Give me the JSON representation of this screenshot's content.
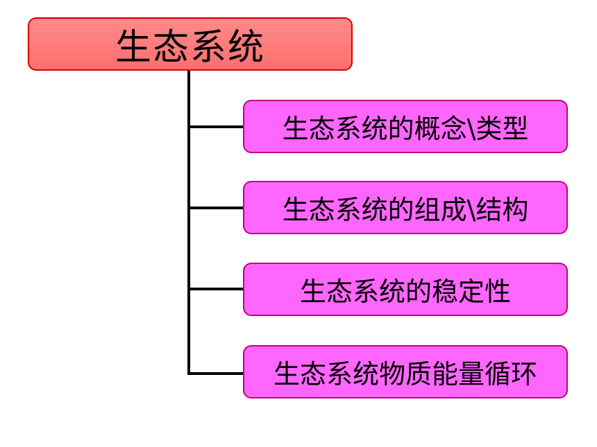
{
  "colors": {
    "root_fill": "#ff7777",
    "root_border": "#d90000",
    "child_fill": "#ff66ff",
    "child_border": "#c2007a",
    "connector": "#000000"
  },
  "root": {
    "label": "生态系统"
  },
  "children": [
    {
      "label": "生态系统的概念\\类型"
    },
    {
      "label": "生态系统的组成\\结构"
    },
    {
      "label": "生态系统的稳定性"
    },
    {
      "label": "生态系统物质能量循环"
    }
  ]
}
